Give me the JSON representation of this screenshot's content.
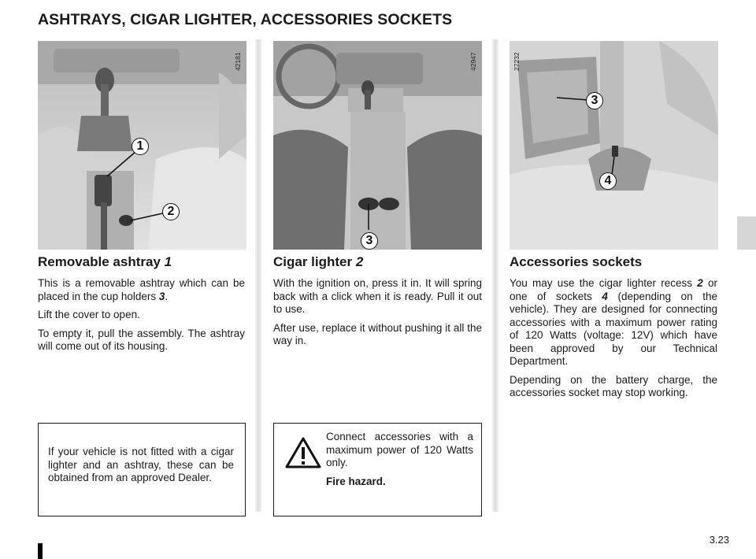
{
  "title": "ASHTRAYS, CIGAR LIGHTER, ACCESSORIES SOCKETS",
  "page_number": "3.23",
  "columns": [
    {
      "ref": "42181",
      "callouts": [
        "1",
        "2"
      ],
      "heading": "Removable ashtray",
      "heading_num": "1",
      "paragraphs": [
        {
          "text": "This is a removable ashtray which can be placed in the cup holders ",
          "ref": "3",
          "after": "."
        },
        {
          "text": "Lift the cover to open.",
          "ref": "",
          "after": ""
        },
        {
          "text": "To empty it, pull the assembly. The ash­tray will come out of its housing.",
          "ref": "",
          "after": ""
        }
      ],
      "note": "If your vehicle is not fitted with a cigar lighter and an ashtray, these can be obtained from an approved Dealer."
    },
    {
      "ref": "42947",
      "callouts": [
        "3"
      ],
      "heading": "Cigar lighter",
      "heading_num": "2",
      "paragraphs": [
        {
          "text": "With the ignition on, press it in. It will spring back with a click when it is ready. Pull it out to use.",
          "ref": "",
          "after": ""
        },
        {
          "text": "After use, replace it without pushing it all the way in.",
          "ref": "",
          "after": ""
        }
      ],
      "warning": {
        "text": "Connect accessories with a maximum power of 120 Watts only.",
        "emphasis": "Fire hazard."
      }
    },
    {
      "ref": "27232",
      "callouts": [
        "3",
        "4"
      ],
      "heading": "Accessories sockets",
      "paragraphs": [
        {
          "text": "You may use the cigar lighter recess ",
          "ref": "2",
          "mid": " or one of sockets ",
          "ref2": "4",
          "after": " (depending on the vehicle). They are designed for con­necting accessories with a maximum power rating of 120 Watts (voltage: 12V) which have been approved by our Technical Department."
        },
        {
          "text": "Depending on the battery charge, the accessories socket may stop working.",
          "ref": "",
          "after": ""
        }
      ]
    }
  ],
  "colors": {
    "ink": "#1a1a1a",
    "photo_bg": "#cfcfcf",
    "tab": "#d6d6d6"
  },
  "icons": [
    "warning-triangle-icon"
  ]
}
